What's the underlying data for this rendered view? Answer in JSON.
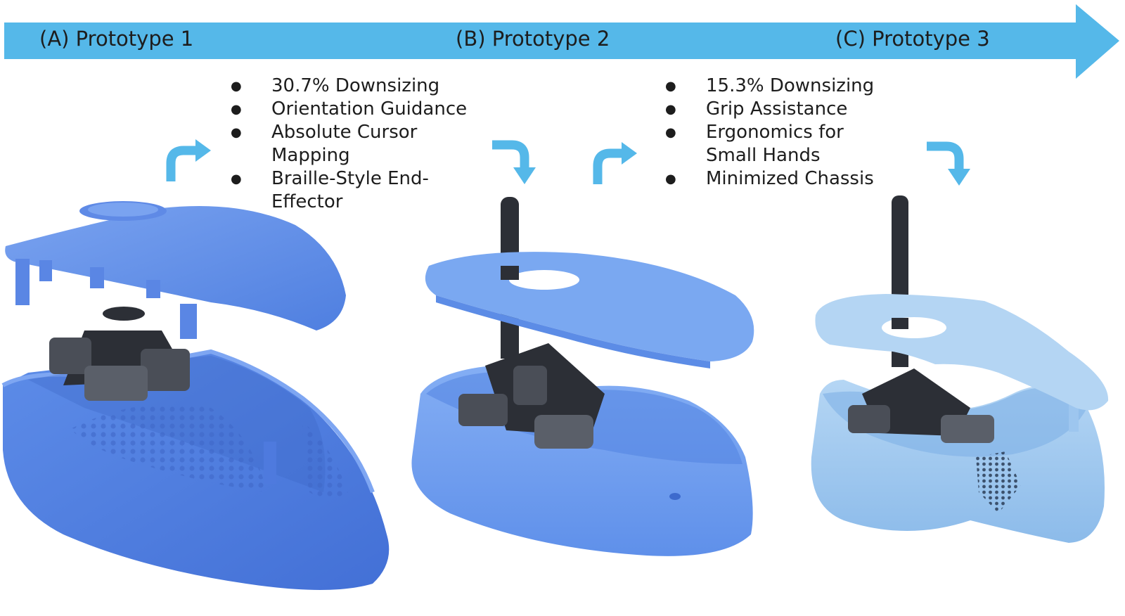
{
  "stages": [
    {
      "label": "(A) Prototype 1"
    },
    {
      "label": "(B) Prototype 2"
    },
    {
      "label": "(C) Prototype 3"
    }
  ],
  "changes_a_to_b": [
    "30.7% Downsizing",
    "Orientation Guidance",
    "Absolute Cursor Mapping",
    "Braille-Style End-Effector"
  ],
  "changes_b_to_c": [
    "15.3% Downsizing",
    "Grip Assistance",
    "Ergonomics for Small Hands",
    "Minimized Chassis"
  ],
  "colors": {
    "banner": "#55b8e9",
    "arrow_icon": "#55b8e9",
    "shell_dark": "#4f7fe0",
    "shell_mid": "#6b97ec",
    "shell_light": "#8fb4f3",
    "shell_pale": "#a9cdf2",
    "mechanism": "#2c2f36"
  }
}
